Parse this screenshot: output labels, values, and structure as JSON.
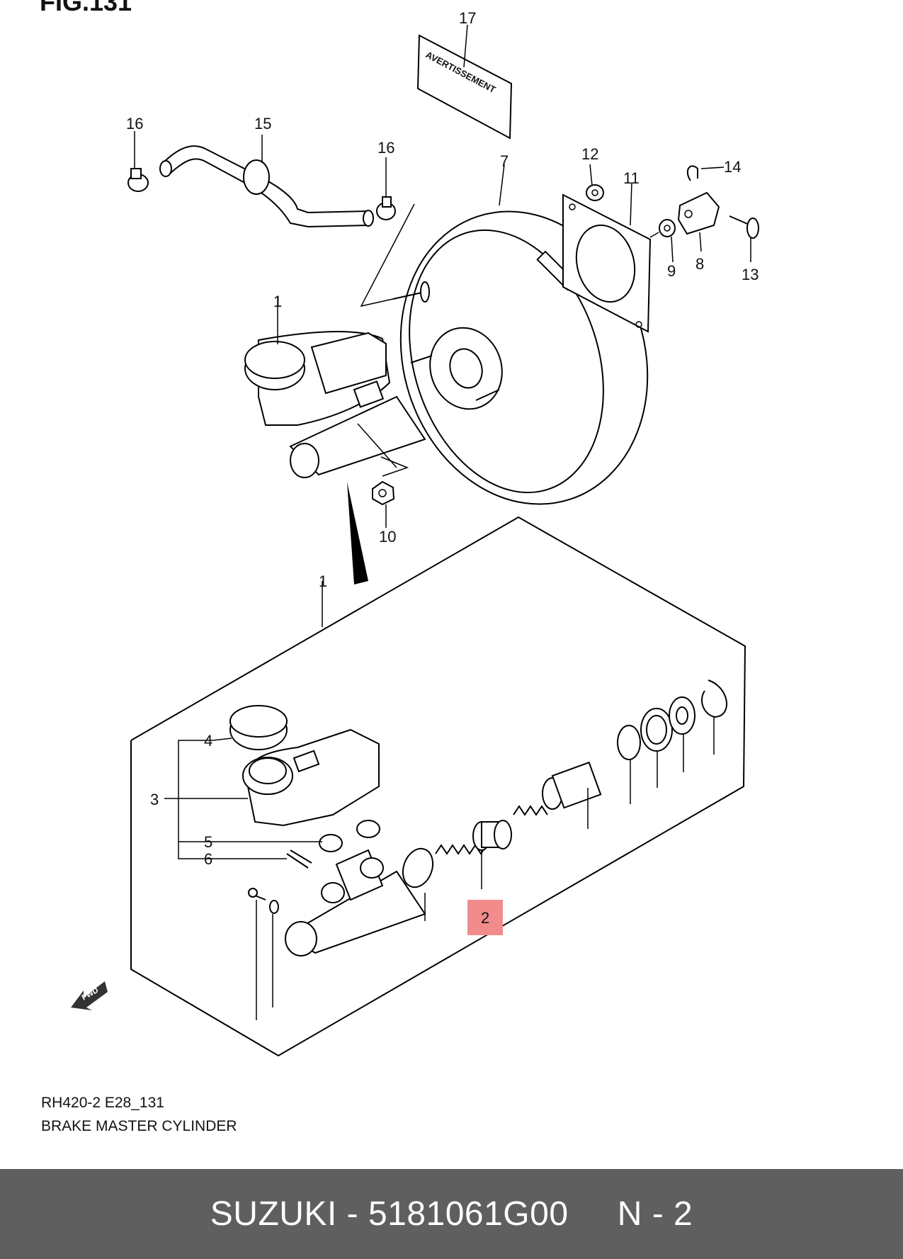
{
  "figure": {
    "fig_label": "FIG.131",
    "warning_label_text": "AVERTISSEMENT",
    "fwd_label": "FWD",
    "callouts": {
      "c1_top": "1",
      "c1_box": "1",
      "c2": "2",
      "c3": "3",
      "c4": "4",
      "c5": "5",
      "c6": "6",
      "c7": "7",
      "c8": "8",
      "c9": "9",
      "c10": "10",
      "c11": "11",
      "c12": "12",
      "c13": "13",
      "c14": "14",
      "c15": "15",
      "c16_left": "16",
      "c16_right": "16",
      "c17": "17"
    },
    "highlight_color": "#f28b8b",
    "caption_code": "RH420-2 E28_131",
    "caption_title": "BRAKE MASTER CYLINDER"
  },
  "footer": {
    "text": "SUZUKI - 5181061G00     N - 2",
    "background": "#5f5f5f"
  }
}
